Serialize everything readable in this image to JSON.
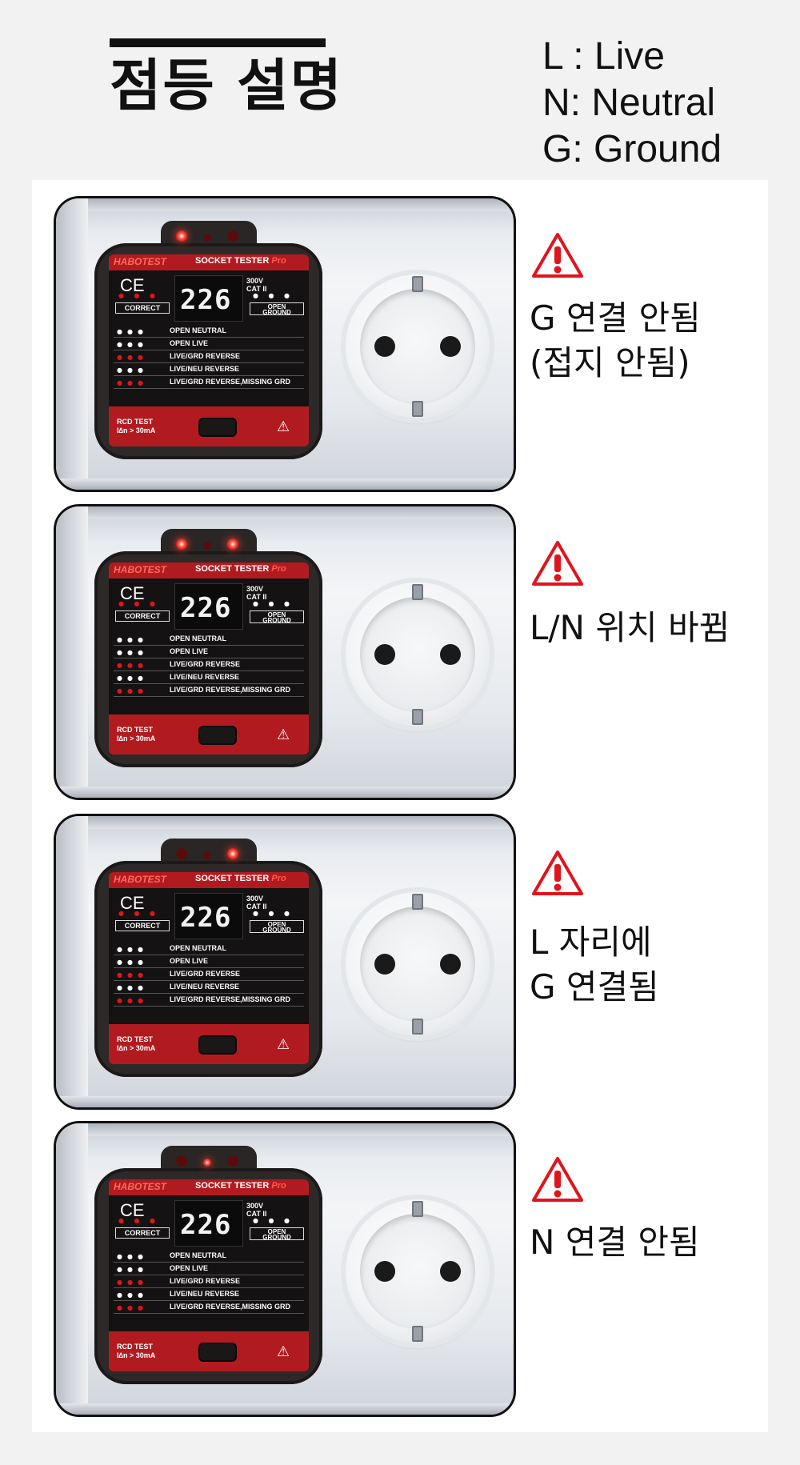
{
  "header": {
    "title": "점등 설명",
    "legend": [
      "L : Live",
      "N: Neutral",
      "G: Ground"
    ]
  },
  "tester": {
    "brand": "HABOTEST",
    "model": "SOCKET TESTER",
    "model_suffix": "Pro",
    "ce": "CE",
    "voltage_reading": "226",
    "rating": [
      "300V",
      "CAT II"
    ],
    "correct_label": "CORRECT",
    "open_ground_label": [
      "OPEN",
      "GROUND"
    ],
    "table_rows": [
      "OPEN NEUTRAL",
      "OPEN LIVE",
      "LIVE/GRD REVERSE",
      "LIVE/NEU REVERSE",
      "LIVE/GRD REVERSE,MISSING GRD"
    ],
    "rcd": [
      "RCD TEST",
      "I∆n > 30mA"
    ]
  },
  "rows": [
    {
      "caption": [
        "G 연결 안됨",
        "(접지 안됨)"
      ],
      "leds": [
        true,
        false,
        false
      ]
    },
    {
      "caption": [
        "L/N 위치 바뀜"
      ],
      "leds": [
        true,
        false,
        true
      ]
    },
    {
      "caption": [
        "L 자리에",
        "G 연결됨"
      ],
      "leds": [
        false,
        false,
        true
      ]
    },
    {
      "caption": [
        "N 연결 안됨"
      ],
      "leds": [
        false,
        true,
        false
      ]
    }
  ],
  "colors": {
    "warning_red": "#e0141c",
    "tester_red": "#b11b20"
  }
}
